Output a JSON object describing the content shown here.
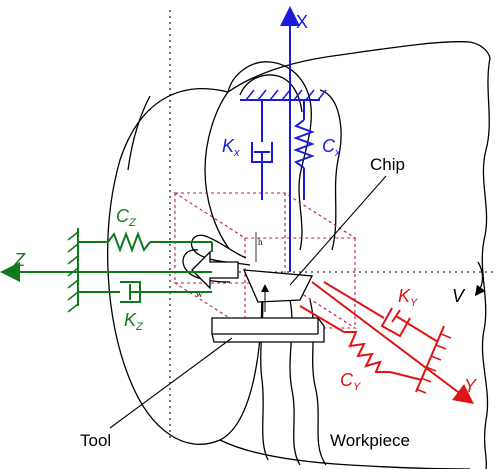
{
  "colors": {
    "x_axis": "#1a1adc",
    "z_axis": "#0f7a1c",
    "y_axis": "#e01414",
    "outline": "#000000",
    "box": "#c0185a"
  },
  "labels": {
    "x_axis": "X",
    "z_axis": "Z",
    "y_axis": "Y",
    "velocity": "V",
    "chip": "Chip",
    "tool": "Tool",
    "workpiece": "Workpiece",
    "k_x": {
      "main": "K",
      "sub": "x"
    },
    "c_x": {
      "main": "C",
      "sub": "x"
    },
    "c_z": {
      "main": "C",
      "sub": "Z"
    },
    "k_z": {
      "main": "K",
      "sub": "Z"
    },
    "k_y": {
      "main": "K",
      "sub": "Y"
    },
    "c_y": {
      "main": "C",
      "sub": "Y"
    },
    "h": "h",
    "w": "w"
  }
}
